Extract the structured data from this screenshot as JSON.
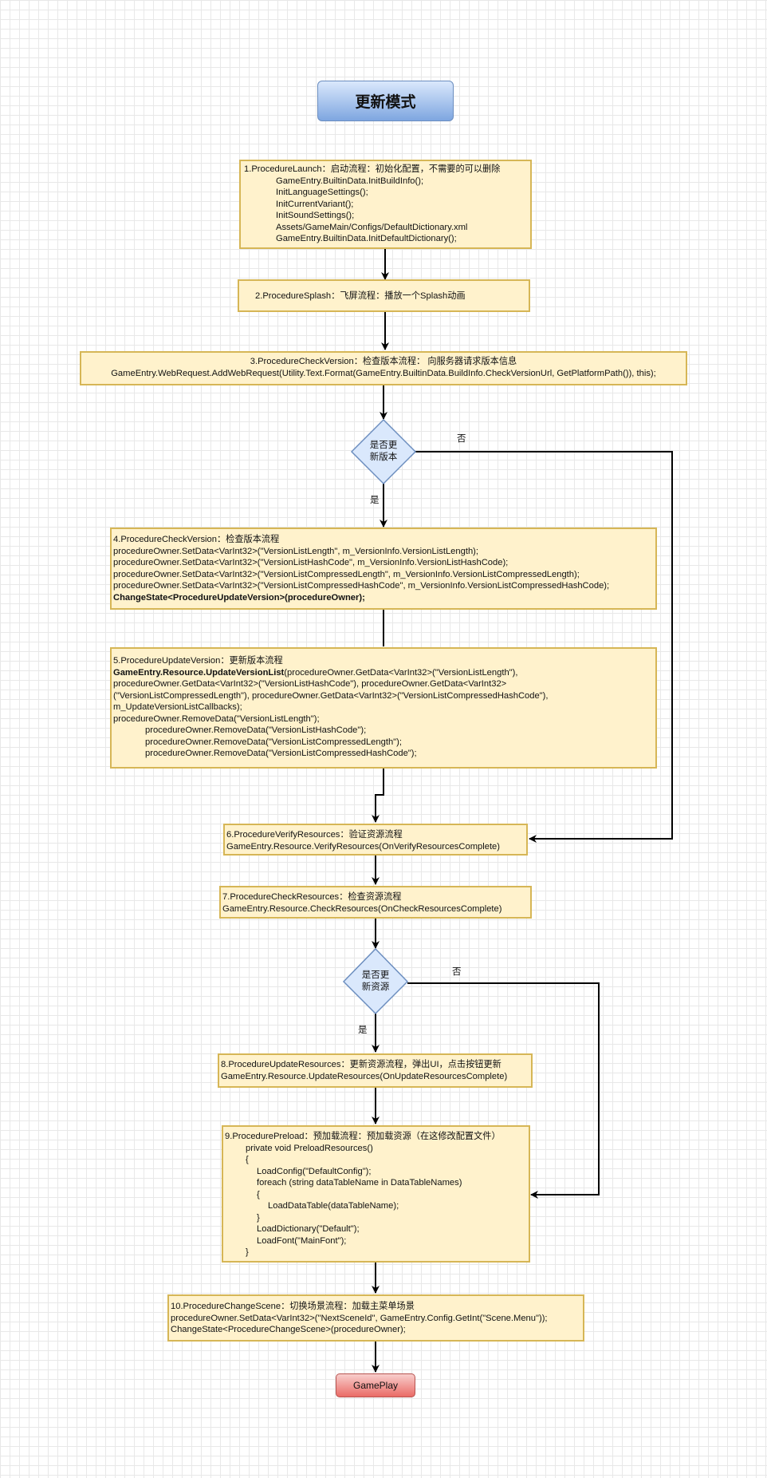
{
  "title": "更新模式",
  "steps": {
    "s1": [
      "1.ProcedureLaunch：启动流程：初始化配置，不需要的可以删除",
      "GameEntry.BuiltinData.InitBuildInfo();",
      "InitLanguageSettings();",
      "InitCurrentVariant();",
      "InitSoundSettings();",
      "Assets/GameMain/Configs/DefaultDictionary.xml",
      "GameEntry.BuiltinData.InitDefaultDictionary();"
    ],
    "s2": "2.ProcedureSplash：飞屏流程：播放一个Splash动画",
    "s3": [
      "3.ProcedureCheckVersion：检查版本流程： 向服务器请求版本信息",
      "GameEntry.WebRequest.AddWebRequest(Utility.Text.Format(GameEntry.BuiltinData.BuildInfo.CheckVersionUrl, GetPlatformPath()), this);"
    ],
    "s4": [
      "4.ProcedureCheckVersion：检查版本流程",
      "procedureOwner.SetData<VarInt32>(\"VersionListLength\", m_VersionInfo.VersionListLength);",
      "procedureOwner.SetData<VarInt32>(\"VersionListHashCode\", m_VersionInfo.VersionListHashCode);",
      "procedureOwner.SetData<VarInt32>(\"VersionListCompressedLength\", m_VersionInfo.VersionListCompressedLength);",
      "procedureOwner.SetData<VarInt32>(\"VersionListCompressedHashCode\", m_VersionInfo.VersionListCompressedHashCode);",
      "ChangeState<ProcedureUpdateVersion>(procedureOwner);"
    ],
    "s5": {
      "header": "5.ProcedureUpdateVersion：更新版本流程",
      "call_bold": "GameEntry.Resource.UpdateVersionList",
      "call_rest": "(procedureOwner.GetData<VarInt32>(\"VersionListLength\"),",
      "lines": [
        "procedureOwner.GetData<VarInt32>(\"VersionListHashCode\"), procedureOwner.GetData<VarInt32>",
        "(\"VersionListCompressedLength\"), procedureOwner.GetData<VarInt32>(\"VersionListCompressedHashCode\"),",
        "m_UpdateVersionListCallbacks);",
        "procedureOwner.RemoveData(\"VersionListLength\");"
      ],
      "indented": [
        "procedureOwner.RemoveData(\"VersionListHashCode\");",
        "procedureOwner.RemoveData(\"VersionListCompressedLength\");",
        "procedureOwner.RemoveData(\"VersionListCompressedHashCode\");"
      ]
    },
    "s6": [
      "6.ProcedureVerifyResources：验证资源流程",
      "GameEntry.Resource.VerifyResources(OnVerifyResourcesComplete)"
    ],
    "s7": [
      "7.ProcedureCheckResources：检查资源流程",
      "GameEntry.Resource.CheckResources(OnCheckResourcesComplete)"
    ],
    "s8": [
      "8.ProcedureUpdateResources：更新资源流程，弹出UI，点击按钮更新",
      "GameEntry.Resource.UpdateResources(OnUpdateResourcesComplete)"
    ],
    "s9": [
      "9.ProcedurePreload：预加载流程：预加载资源（在这修改配置文件）",
      "private void PreloadResources()",
      "{",
      "LoadConfig(\"DefaultConfig\");",
      "foreach (string dataTableName in DataTableNames)",
      "{",
      "LoadDataTable(dataTableName);",
      "}",
      "LoadDictionary(\"Default\");",
      "LoadFont(\"MainFont\");",
      "}"
    ],
    "s10": [
      "10.ProcedureChangeScene：切换场景流程：加载主菜单场景",
      "procedureOwner.SetData<VarInt32>(\"NextSceneId\", GameEntry.Config.GetInt(\"Scene.Menu\"));",
      "ChangeState<ProcedureChangeScene>(procedureOwner);"
    ]
  },
  "decisions": {
    "d1": [
      "是否更",
      "新版本"
    ],
    "d2": [
      "是否更",
      "新资源"
    ]
  },
  "labels": {
    "yes": "是",
    "no": "否"
  },
  "end": "GamePlay",
  "colors": {
    "box_fill": "#fff2cc",
    "box_stroke": "#d6b656",
    "diamond_fill": "#dae8fc",
    "diamond_stroke": "#6c8ebf",
    "end_fill": "#f8cecc",
    "end_stroke": "#b85450"
  }
}
